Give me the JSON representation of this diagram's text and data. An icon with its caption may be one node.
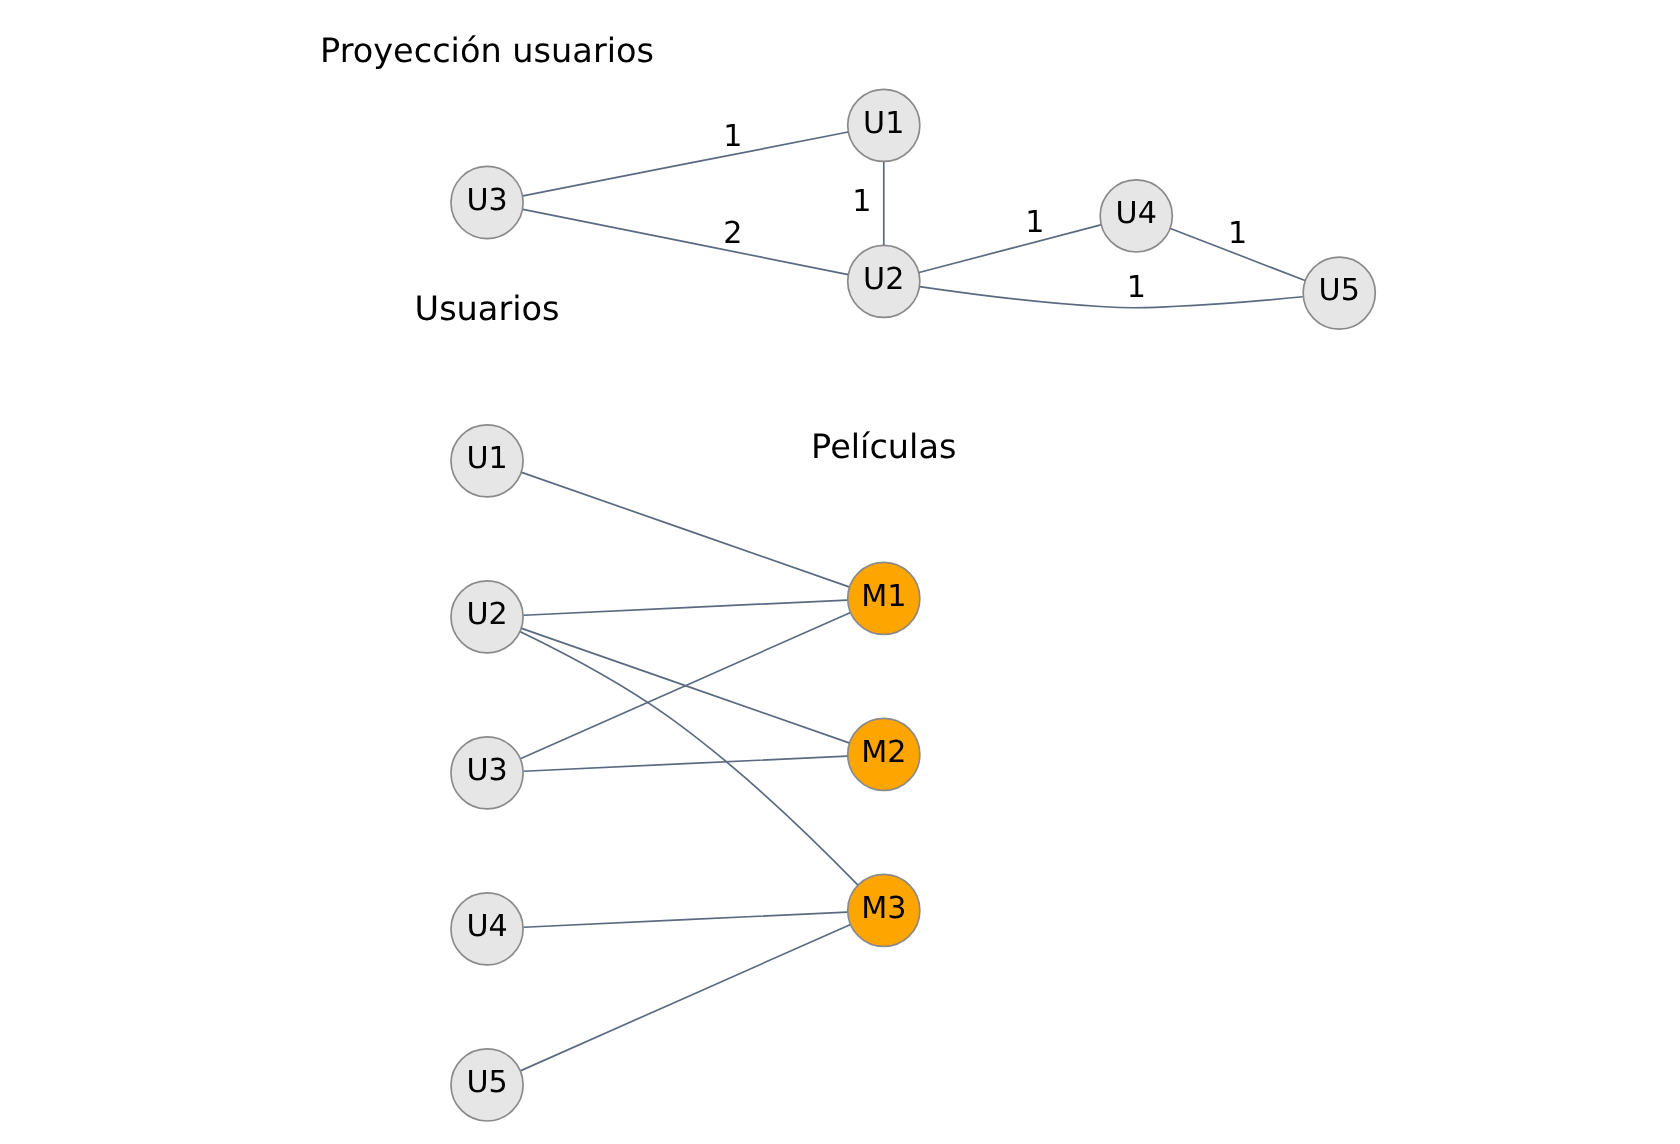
{
  "diagram": {
    "nodes": [
      {
        "text": [
          "U1"
        ]
      },
      {
        "text": [
          "U2"
        ]
      },
      {
        "text": [
          "U3"
        ]
      },
      {
        "text": [
          "U4"
        ]
      },
      {
        "text": [
          "U5"
        ]
      },
      {
        "text": [
          "M1"
        ]
      },
      {
        "text": [
          "M2"
        ]
      },
      {
        "text": [
          "M3"
        ]
      },
      {
        "text": [
          "U1"
        ]
      },
      {
        "text": [
          "U3"
        ]
      },
      {
        "text": [
          "U2"
        ]
      },
      {
        "text": [
          "U4"
        ]
      },
      {
        "text": [
          "U5"
        ]
      }
    ],
    "edges": [
      {
        "from": 0,
        "to": 5,
        "arrow": "none"
      },
      {
        "from": 1,
        "to": 5,
        "arrow": "none"
      },
      {
        "from": 1,
        "to": 6,
        "arrow": "none"
      },
      {
        "from": 1,
        "to": 7,
        "arrow": "none"
      },
      {
        "from": 2,
        "to": 5,
        "arrow": "none"
      },
      {
        "from": 2,
        "to": 6,
        "arrow": "none"
      },
      {
        "from": 3,
        "to": 7,
        "arrow": "none"
      },
      {
        "from": 4,
        "to": 7,
        "arrow": "none"
      },
      {
        "from": 9,
        "to": 8,
        "arrow": "none",
        "label": "1"
      },
      {
        "from": 8,
        "to": 10,
        "arrow": "none",
        "label": "1"
      },
      {
        "from": 9,
        "to": 10,
        "arrow": "none",
        "label": "2"
      },
      {
        "from": 10,
        "to": 11,
        "arrow": "none",
        "label": "1"
      },
      {
        "from": 10,
        "to": 12,
        "arrow": "none",
        "label": "1"
      },
      {
        "from": 11,
        "to": 12,
        "arrow": "none",
        "label": "1"
      }
    ],
    "labels": [
      "Usuarios",
      "Películas",
      "Proyección usuarios"
    ]
  }
}
